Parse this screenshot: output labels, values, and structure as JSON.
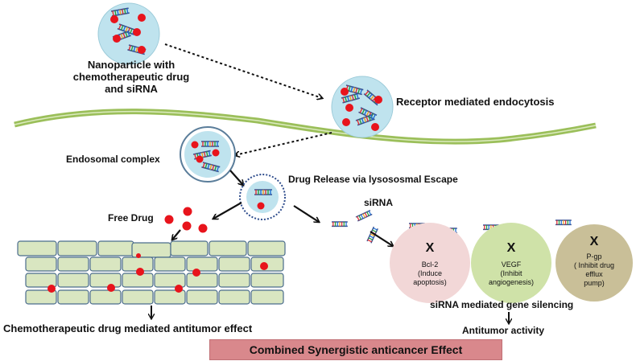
{
  "labels": {
    "nanoparticle": "Nanoparticle with\nchemotherapeutic drug and siRNA",
    "endocytosis": "Receptor mediated endocytosis",
    "endosomal": "Endosomal complex",
    "drug_release": "Drug Release via lysososmal Escape",
    "sirna": "siRNA",
    "free_drug": "Free Drug",
    "chemo_effect": "Chemotherapeutic drug mediated antitumor effect",
    "gene_silencing": "siRNA mediated gene silencing",
    "antitumor": "Antitumor activity",
    "banner": "Combined Synergistic anticancer Effect"
  },
  "targets": [
    {
      "mark": "X",
      "name": "Bcl-2",
      "desc": "(Induce\napoptosis)",
      "color": "#f2d7d7"
    },
    {
      "mark": "X",
      "name": "VEGF",
      "desc": "(Inhibit\nangiogenesis)",
      "color": "#cfe2a8"
    },
    {
      "mark": "X",
      "name": "P-gp",
      "desc": "( Inhibit drug\nefflux\npump)",
      "color": "#c9bf98"
    }
  ],
  "colors": {
    "nanoparticle_fill": "#bfe3ee",
    "drug_dot": "#e8141c",
    "membrane": "#9bbf5a",
    "cell_fill": "#d9e6c1",
    "cell_stroke": "#4a6c8c",
    "banner_fill": "#d9888c"
  }
}
